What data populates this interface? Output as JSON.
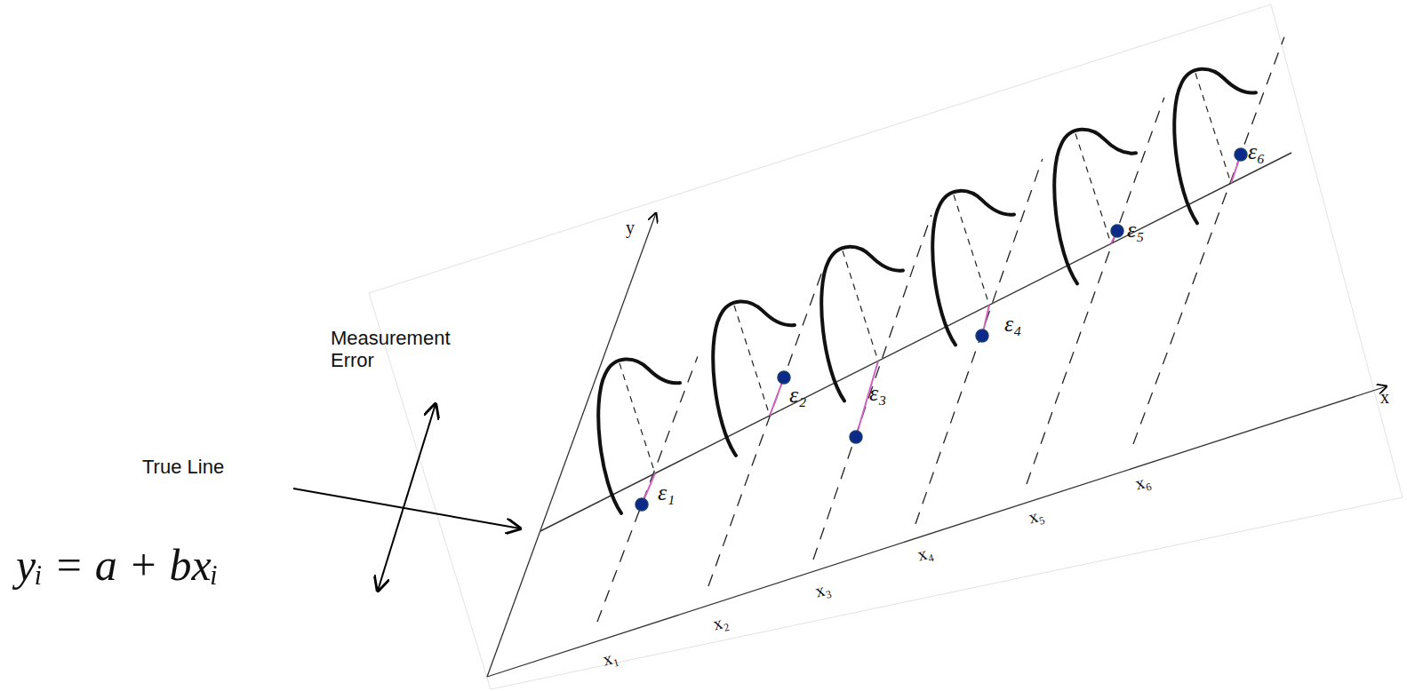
{
  "diagram": {
    "labels": [
      "Measurement Error",
      "True Line",
      "yᵢ = a + bxᵢ",
      "y",
      "x",
      "x₁",
      "x₂",
      "x₃",
      "x₄",
      "x₅",
      "x₆",
      "ε₁",
      "ε₂",
      "ε₃",
      "ε₄",
      "ε₅",
      "ε₆"
    ]
  }
}
